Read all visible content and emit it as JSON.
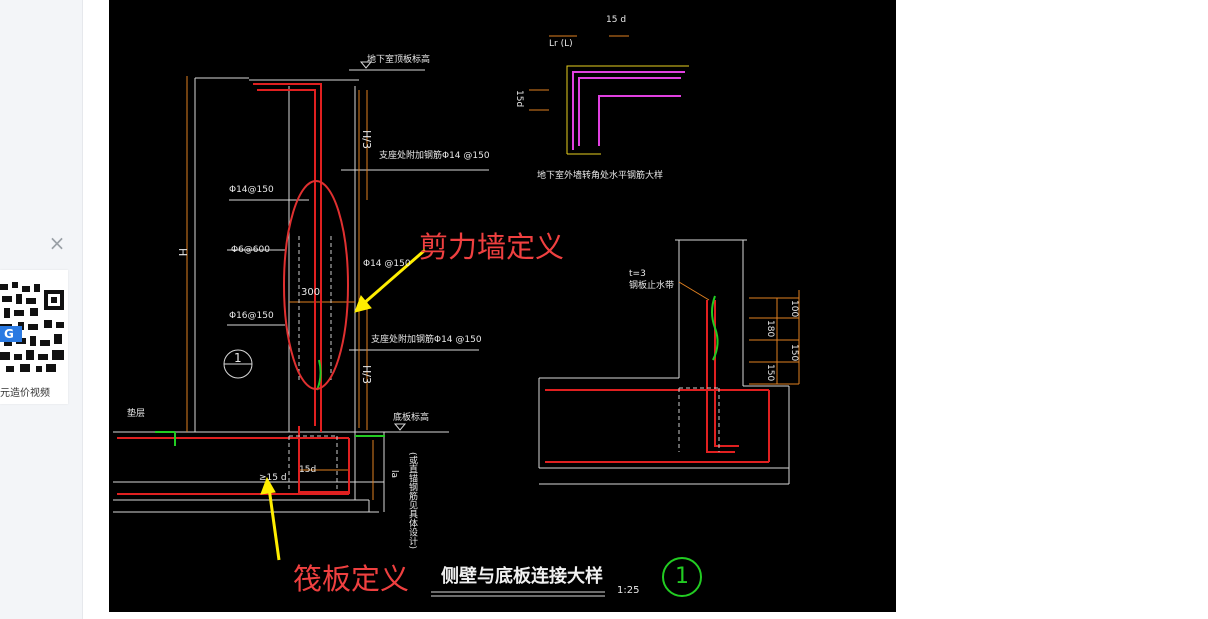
{
  "left_panel": {
    "close_label": "×",
    "qr_caption": "元造价视频"
  },
  "drawing": {
    "title": "侧壁与底板连接大样",
    "scale": "1:25",
    "detail_number": "1",
    "annotations": {
      "shear_wall": "剪力墙定义",
      "raft": "筏板定义"
    },
    "labels": {
      "basement_top": "地下室顶板标高",
      "h": "H",
      "h3_top": "H/3",
      "h3_bottom": "H/3",
      "rebar_top_note": "支座处附加钢筋Φ14 @150",
      "rebar_bottom_note": "支座处附加钢筋Φ14 @150",
      "d14_150_a": "Φ14@150",
      "d6_600": "Φ6@600",
      "d14_150_b": "Φ14 @150",
      "d16_150": "Φ16@150",
      "dim_300": "300",
      "ge15d": "≥15 d",
      "d15": "15d",
      "la": "la",
      "la_note": "(或直锚钢筋见具体设计)",
      "floor_level": "底板标高",
      "slope": "垫层",
      "circle_ref": "1",
      "corner_15d_top": "15 d",
      "corner_lae": "Lr (L)",
      "corner_15d_left": "15d",
      "corner_caption": "地下室外墙转角处水平钢筋大样",
      "waterstop": "t=3",
      "waterstop_note": "钢板止水带",
      "dim_100": "100",
      "dim_180": "180",
      "dim_150": "150",
      "dim_150b": "150"
    }
  },
  "colors": {
    "background": "#000000",
    "annotation_red": "#ef4040",
    "arrow_yellow": "#ffee00",
    "rebar_red": "#e02020",
    "rebar_green": "#22cc22",
    "rebar_magenta": "#e040e0",
    "dim_orange": "#e08020"
  }
}
